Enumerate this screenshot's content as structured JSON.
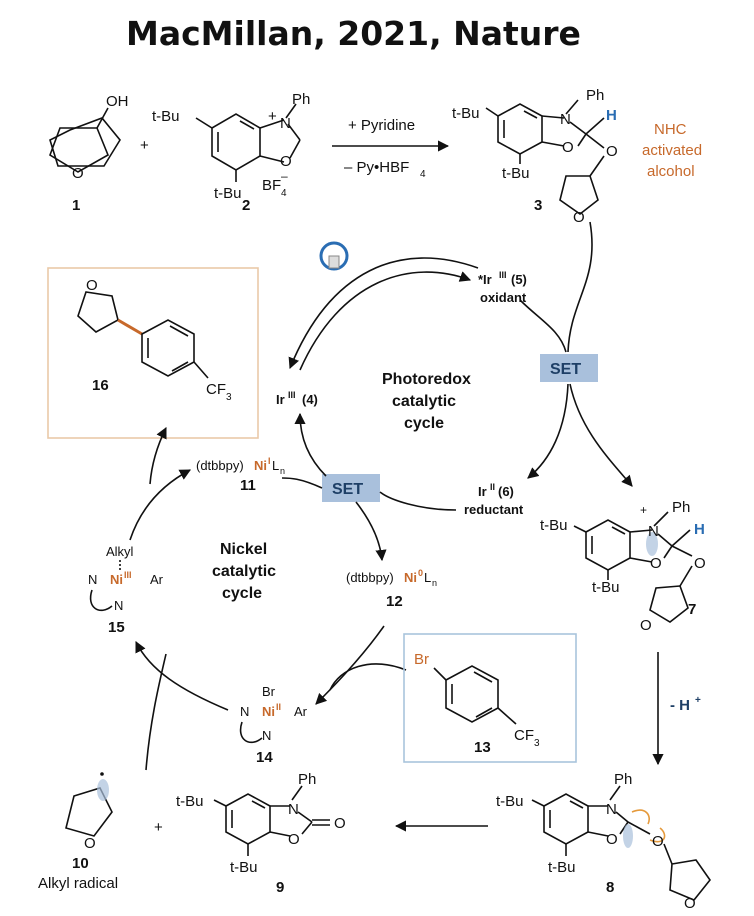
{
  "title": "MacMillan, 2021, Nature",
  "reagents": {
    "top": "+ Pyridine",
    "bottom": "– Py•HBF",
    "bottom_sub": "4"
  },
  "plus": "+",
  "labels": {
    "oh": "OH",
    "o": "O",
    "n": "N",
    "ph": "Ph",
    "h": "H",
    "tbu": "t-Bu",
    "bf4": "BF",
    "bf4_sub": "4",
    "bf4_sup": "–",
    "plus_charge": "+",
    "br": "Br",
    "cf3": "CF",
    "cf3_sub": "3",
    "ar": "Ar",
    "alkyl": "Alkyl",
    "n_lig": "N",
    "minus_h": "- H",
    "minus_h_sup": "+"
  },
  "nhc_note": [
    "NHC",
    "activated",
    "alcohol"
  ],
  "compounds": {
    "c1": "1",
    "c2": "2",
    "c3": "3",
    "c7": "7",
    "c8": "8",
    "c9": "9",
    "c10": "10",
    "c11": "11",
    "c12": "12",
    "c13": "13",
    "c14": "14",
    "c15": "15",
    "c16": "16"
  },
  "alkyl_radical": "Alkyl radical",
  "photoredox": {
    "ir5": "*Ir",
    "ir5_sup": "III",
    "ir5_num": " (5)",
    "ir5_role": "oxidant",
    "ir4": "Ir",
    "ir4_sup": "III",
    "ir4_num": " (4)",
    "ir6": "Ir",
    "ir6_sup": "II",
    "ir6_num": " (6)",
    "ir6_role": "reductant",
    "cycle_name": [
      "Photoredox",
      "catalytic",
      "cycle"
    ]
  },
  "nickel": {
    "ni11_pre": "(dtbbpy)",
    "ni11_ni": "Ni",
    "ni11_sup": "I",
    "ni11_post": "L",
    "ni11_sub": "n",
    "ni12_pre": "(dtbbpy)",
    "ni12_ni": "Ni",
    "ni12_sup": "0",
    "ni12_post": "L",
    "ni12_sub": "n",
    "ni14": "Ni",
    "ni14_sup": "II",
    "ni15": "Ni",
    "ni15_sup": "III",
    "cycle_name": [
      "Nickel",
      "catalytic",
      "cycle"
    ]
  },
  "set_label": "SET",
  "colors": {
    "orange": "#c7692b",
    "blue": "#2a6db3",
    "set_box": "#a9c0dc",
    "box16": "#e9c9a8",
    "box13": "#a9c4dc"
  }
}
